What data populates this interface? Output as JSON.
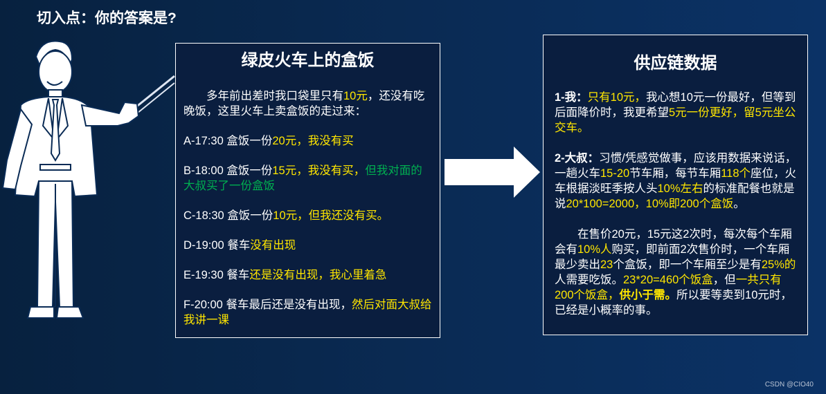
{
  "title": "切入点：你的答案是?",
  "left_panel": {
    "title": "绿皮火车上的盒饭",
    "intro_plain": "多年前出差时我口袋里只有",
    "intro_hl": "10元",
    "intro_rest": "，还没有吃晚饭，这里火车上卖盒饭的走过来：",
    "items": [
      {
        "plain": "A-17:30  盒饭一份",
        "yellow": "20元，我没有买",
        "green": ""
      },
      {
        "plain": "B-18:00  盒饭一份",
        "yellow": "15元，我没有买，",
        "green": "但我对面的大叔买了一份盒饭"
      },
      {
        "plain": "C-18:30  盒饭一份",
        "yellow": "10元，但我还没有买。",
        "green": ""
      },
      {
        "plain": "D-19:00  餐车",
        "yellow": "没有出现",
        "green": ""
      },
      {
        "plain": "E-19:30  餐车",
        "yellow": "还是没有出现，我心里着急",
        "green": ""
      },
      {
        "plain": "F-20:00  餐车最后还是没有出现，",
        "yellow": "然后对面大叔给我讲一课",
        "green": ""
      }
    ]
  },
  "right_panel": {
    "title": "供应链数据",
    "p1": {
      "label": "1-我：",
      "a": "只有10元，",
      "b": "我心想10元一份最好，但等到后面降价时，我更希望",
      "c": "5元一份更好，留5元坐公交车。"
    },
    "p2": {
      "label": "2-大叔：",
      "a": "习惯/凭感觉做事，应该用数据来说话，一趟火车",
      "b": "15-20",
      "c": "节车厢，每节车厢",
      "d": "118个",
      "e": "座位，火车根据淡旺季按人头",
      "f": "10%左右",
      "g": "的标准配餐也就是说",
      "h": "20*100=2000，10%即200个盒饭",
      "i": "。"
    },
    "p3": {
      "a": "在售价20元，15元这2次时，每次每个车厢会有",
      "b": "10%人",
      "c": "购买，即前面2次售价时，一个车厢最少卖出",
      "d": "23",
      "e": "个盒饭，即一个车厢至少是有",
      "f": "25%的",
      "g": "人需要吃饭。",
      "h": "23*20=460个饭盒",
      "i": "，但",
      "j": "一共只有200个饭盒，",
      "k": "供小于需。",
      "l": "所以要等卖到10元时，已经是小概率的事。"
    }
  },
  "watermark": "CSDN @CIO40",
  "colors": {
    "highlight_yellow": "#ffe600",
    "highlight_green": "#00b050",
    "background": "#0a2b55"
  }
}
